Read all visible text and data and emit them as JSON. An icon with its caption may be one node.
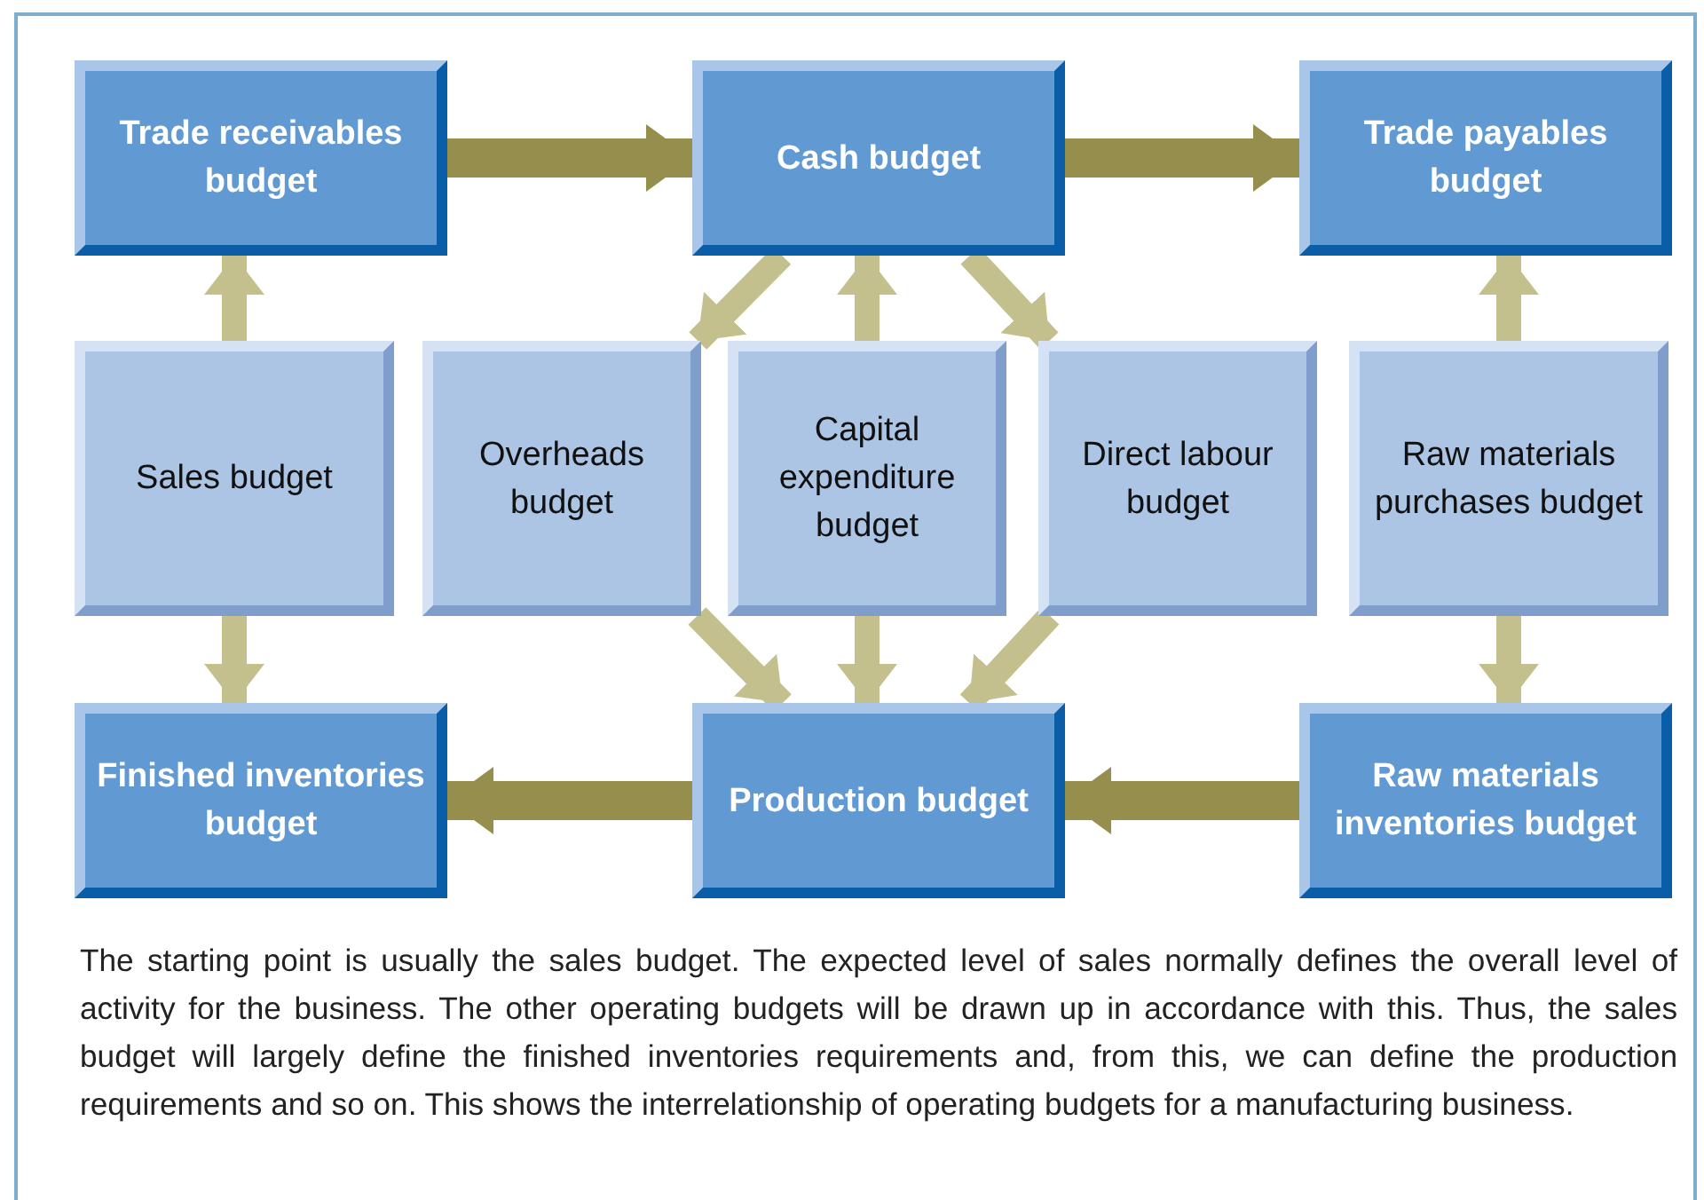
{
  "diagram": {
    "caption": "The starting point is usually the sales budget. The expected level of sales normally defines the overall level of activity for the business. The other operating budgets will be drawn up in accordance with this. Thus, the sales budget will largely define the finished inventories requirements and, from this, we can define the production requirements and so on. This shows the interrelationship of operating budgets for a manufacturing business.",
    "nodes": [
      {
        "text": [
          "Trade receivables budget"
        ]
      },
      {
        "text": [
          "Cash budget"
        ]
      },
      {
        "text": [
          "Trade payables budget"
        ]
      },
      {
        "text": [
          "Sales budget"
        ]
      },
      {
        "text": [
          "Overheads budget"
        ]
      },
      {
        "text": [
          "Capital expenditure budget"
        ]
      },
      {
        "text": [
          "Direct labour budget"
        ]
      },
      {
        "text": [
          "Raw materials purchases budget"
        ]
      },
      {
        "text": [
          "Finished inventories budget"
        ]
      },
      {
        "text": [
          "Production budget"
        ]
      },
      {
        "text": [
          "Raw materials inventories budget"
        ]
      }
    ],
    "edges": [
      {
        "from": 0,
        "to": 1,
        "arrow": "to",
        "color": "#958e4c"
      },
      {
        "from": 1,
        "to": 2,
        "arrow": "to",
        "color": "#958e4c"
      },
      {
        "from": 3,
        "to": 0,
        "arrow": "to"
      },
      {
        "from": 3,
        "to": 8,
        "arrow": "to"
      },
      {
        "from": 1,
        "to": 4,
        "arrow": "to"
      },
      {
        "from": 5,
        "to": 1,
        "arrow": "to"
      },
      {
        "from": 1,
        "to": 6,
        "arrow": "to"
      },
      {
        "from": 7,
        "to": 2,
        "arrow": "to"
      },
      {
        "from": 7,
        "to": 10,
        "arrow": "to"
      },
      {
        "from": 4,
        "to": 9,
        "arrow": "to"
      },
      {
        "from": 5,
        "to": 9,
        "arrow": "to"
      },
      {
        "from": 6,
        "to": 9,
        "arrow": "to"
      },
      {
        "from": 9,
        "to": 8,
        "arrow": "to",
        "color": "#958e4c"
      },
      {
        "from": 10,
        "to": 9,
        "arrow": "to",
        "color": "#958e4c"
      }
    ]
  }
}
